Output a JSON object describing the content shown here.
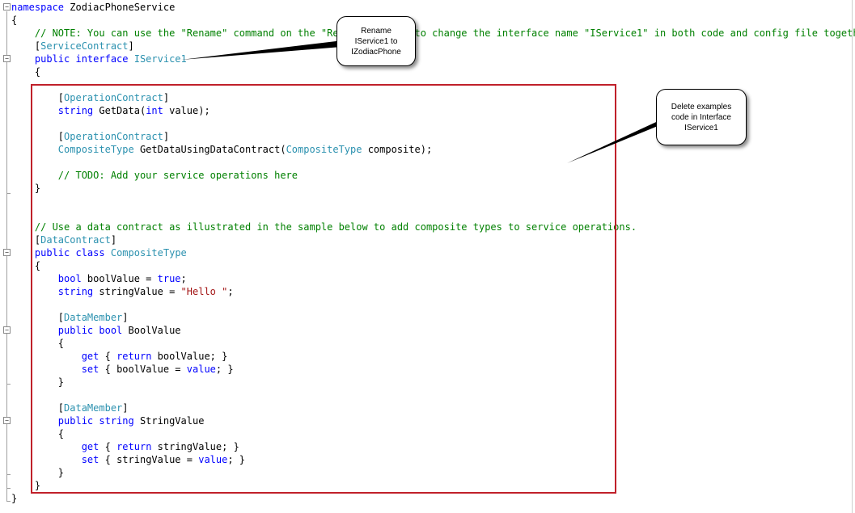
{
  "code_lines": [
    {
      "t": [
        {
          "c": "kw",
          "s": "namespace"
        },
        {
          "c": "plain",
          "s": " ZodiacPhoneService"
        }
      ]
    },
    {
      "t": [
        {
          "c": "plain",
          "s": "{"
        }
      ]
    },
    {
      "t": [
        {
          "c": "plain",
          "s": "    "
        },
        {
          "c": "cm",
          "s": "// NOTE: You can use the \"Rename\" command on the \"Refactor\" menu to change the interface name \"IService1\" in both code and config file together."
        }
      ]
    },
    {
      "t": [
        {
          "c": "plain",
          "s": "    ["
        },
        {
          "c": "ty",
          "s": "ServiceContract"
        },
        {
          "c": "plain",
          "s": "]"
        }
      ]
    },
    {
      "t": [
        {
          "c": "plain",
          "s": "    "
        },
        {
          "c": "kw",
          "s": "public interface"
        },
        {
          "c": "plain",
          "s": " "
        },
        {
          "c": "ty",
          "s": "IService1"
        }
      ]
    },
    {
      "t": [
        {
          "c": "plain",
          "s": "    {"
        }
      ]
    },
    {
      "t": []
    },
    {
      "t": [
        {
          "c": "plain",
          "s": "        ["
        },
        {
          "c": "ty",
          "s": "OperationContract"
        },
        {
          "c": "plain",
          "s": "]"
        }
      ]
    },
    {
      "t": [
        {
          "c": "plain",
          "s": "        "
        },
        {
          "c": "kw",
          "s": "string"
        },
        {
          "c": "plain",
          "s": " GetData("
        },
        {
          "c": "kw",
          "s": "int"
        },
        {
          "c": "plain",
          "s": " value);"
        }
      ]
    },
    {
      "t": []
    },
    {
      "t": [
        {
          "c": "plain",
          "s": "        ["
        },
        {
          "c": "ty",
          "s": "OperationContract"
        },
        {
          "c": "plain",
          "s": "]"
        }
      ]
    },
    {
      "t": [
        {
          "c": "plain",
          "s": "        "
        },
        {
          "c": "ty",
          "s": "CompositeType"
        },
        {
          "c": "plain",
          "s": " GetDataUsingDataContract("
        },
        {
          "c": "ty",
          "s": "CompositeType"
        },
        {
          "c": "plain",
          "s": " composite);"
        }
      ]
    },
    {
      "t": []
    },
    {
      "t": [
        {
          "c": "plain",
          "s": "        "
        },
        {
          "c": "cm",
          "s": "// TODO: Add your service operations here"
        }
      ]
    },
    {
      "t": [
        {
          "c": "plain",
          "s": "    }"
        }
      ]
    },
    {
      "t": []
    },
    {
      "t": []
    },
    {
      "t": [
        {
          "c": "plain",
          "s": "    "
        },
        {
          "c": "cm",
          "s": "// Use a data contract as illustrated in the sample below to add composite types to service operations."
        }
      ]
    },
    {
      "t": [
        {
          "c": "plain",
          "s": "    ["
        },
        {
          "c": "ty",
          "s": "DataContract"
        },
        {
          "c": "plain",
          "s": "]"
        }
      ]
    },
    {
      "t": [
        {
          "c": "plain",
          "s": "    "
        },
        {
          "c": "kw",
          "s": "public class"
        },
        {
          "c": "plain",
          "s": " "
        },
        {
          "c": "ty",
          "s": "CompositeType"
        }
      ]
    },
    {
      "t": [
        {
          "c": "plain",
          "s": "    {"
        }
      ]
    },
    {
      "t": [
        {
          "c": "plain",
          "s": "        "
        },
        {
          "c": "kw",
          "s": "bool"
        },
        {
          "c": "plain",
          "s": " boolValue = "
        },
        {
          "c": "kw",
          "s": "true"
        },
        {
          "c": "plain",
          "s": ";"
        }
      ]
    },
    {
      "t": [
        {
          "c": "plain",
          "s": "        "
        },
        {
          "c": "kw",
          "s": "string"
        },
        {
          "c": "plain",
          "s": " stringValue = "
        },
        {
          "c": "st",
          "s": "\"Hello \""
        },
        {
          "c": "plain",
          "s": ";"
        }
      ]
    },
    {
      "t": []
    },
    {
      "t": [
        {
          "c": "plain",
          "s": "        ["
        },
        {
          "c": "ty",
          "s": "DataMember"
        },
        {
          "c": "plain",
          "s": "]"
        }
      ]
    },
    {
      "t": [
        {
          "c": "plain",
          "s": "        "
        },
        {
          "c": "kw",
          "s": "public bool"
        },
        {
          "c": "plain",
          "s": " BoolValue"
        }
      ]
    },
    {
      "t": [
        {
          "c": "plain",
          "s": "        {"
        }
      ]
    },
    {
      "t": [
        {
          "c": "plain",
          "s": "            "
        },
        {
          "c": "kw",
          "s": "get"
        },
        {
          "c": "plain",
          "s": " { "
        },
        {
          "c": "kw",
          "s": "return"
        },
        {
          "c": "plain",
          "s": " boolValue; }"
        }
      ]
    },
    {
      "t": [
        {
          "c": "plain",
          "s": "            "
        },
        {
          "c": "kw",
          "s": "set"
        },
        {
          "c": "plain",
          "s": " { boolValue = "
        },
        {
          "c": "kw",
          "s": "value"
        },
        {
          "c": "plain",
          "s": "; }"
        }
      ]
    },
    {
      "t": [
        {
          "c": "plain",
          "s": "        }"
        }
      ]
    },
    {
      "t": []
    },
    {
      "t": [
        {
          "c": "plain",
          "s": "        ["
        },
        {
          "c": "ty",
          "s": "DataMember"
        },
        {
          "c": "plain",
          "s": "]"
        }
      ]
    },
    {
      "t": [
        {
          "c": "plain",
          "s": "        "
        },
        {
          "c": "kw",
          "s": "public string"
        },
        {
          "c": "plain",
          "s": " StringValue"
        }
      ]
    },
    {
      "t": [
        {
          "c": "plain",
          "s": "        {"
        }
      ]
    },
    {
      "t": [
        {
          "c": "plain",
          "s": "            "
        },
        {
          "c": "kw",
          "s": "get"
        },
        {
          "c": "plain",
          "s": " { "
        },
        {
          "c": "kw",
          "s": "return"
        },
        {
          "c": "plain",
          "s": " stringValue; }"
        }
      ]
    },
    {
      "t": [
        {
          "c": "plain",
          "s": "            "
        },
        {
          "c": "kw",
          "s": "set"
        },
        {
          "c": "plain",
          "s": " { stringValue = "
        },
        {
          "c": "kw",
          "s": "value"
        },
        {
          "c": "plain",
          "s": "; }"
        }
      ]
    },
    {
      "t": [
        {
          "c": "plain",
          "s": "        }"
        }
      ]
    },
    {
      "t": [
        {
          "c": "plain",
          "s": "    }"
        }
      ]
    },
    {
      "t": [
        {
          "c": "plain",
          "s": "}"
        }
      ]
    }
  ],
  "collapse_symbol": "−",
  "callouts": {
    "rename": {
      "line1": "Rename",
      "line2": "IService1 to",
      "line3": "IZodiacPhone"
    },
    "delete": {
      "line1": "Delete examples",
      "line2": "code in Interface",
      "line3": "IService1"
    }
  },
  "colors": {
    "keyword": "#0000ff",
    "type": "#2b91af",
    "comment": "#008000",
    "string": "#a31515",
    "highlight_box": "#c0202a"
  }
}
